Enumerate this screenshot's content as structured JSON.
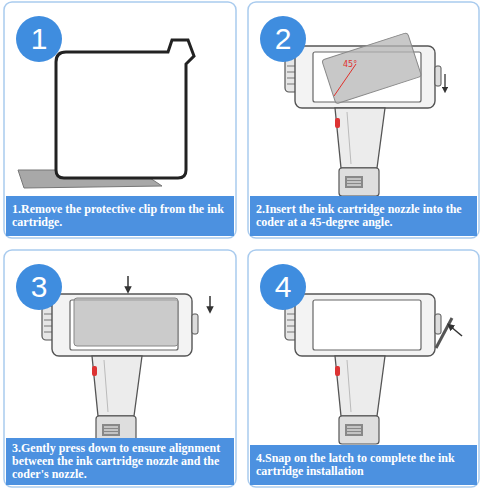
{
  "diagram": {
    "nodes": [
      {
        "text": [
          "1"
        ]
      },
      {
        "text": [
          "1.Remove the protective clip from the ink cartridge."
        ]
      },
      {
        "text": [
          "2"
        ]
      },
      {
        "text": [
          "2.Insert the ink cartridge nozzle into the coder at a 45-degree angle."
        ]
      },
      {
        "text": [
          "3"
        ]
      },
      {
        "text": [
          "3.Gently press down to ensure alignment between the ink cartridge nozzle and the coder's nozzle."
        ]
      },
      {
        "text": [
          "4"
        ]
      },
      {
        "text": [
          "4.Snap on the latch to complete the ink cartridge installation"
        ]
      }
    ],
    "labels": [
      "45°"
    ]
  }
}
